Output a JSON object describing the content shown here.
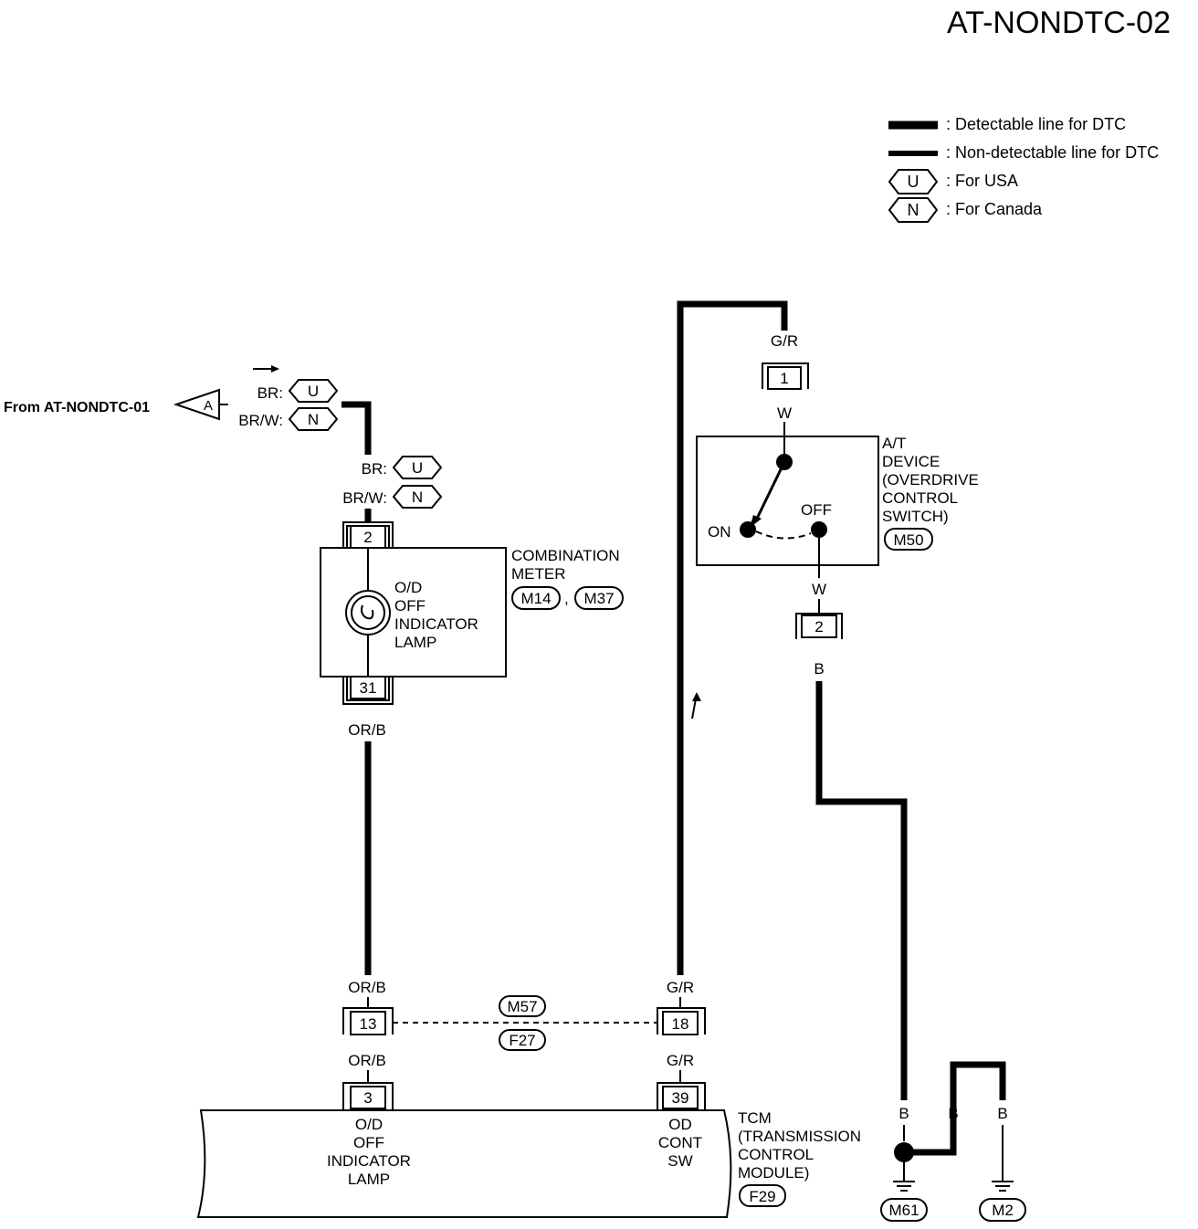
{
  "title": "AT-NONDTC-02",
  "legend": {
    "detectable": ": Detectable line for DTC",
    "non_detectable": ": Non-detectable line for DTC",
    "usa_code": "U",
    "usa_label": ": For USA",
    "canada_code": "N",
    "canada_label": ": For Canada"
  },
  "from_ref": {
    "text": "From AT-NONDTC-01",
    "code": "A"
  },
  "wire_in": {
    "br_usa": "BR:",
    "br_usa_code": "U",
    "brw_can": "BR/W:",
    "brw_can_code": "N",
    "br2": "BR:",
    "br2_code": "U",
    "brw2": "BR/W:",
    "brw2_code": "N"
  },
  "combination_meter": {
    "pin_top": "2",
    "pin_bottom": "31",
    "name_line1": "COMBINATION",
    "name_line2": "METER",
    "conn1": "M14",
    "sep": ",",
    "conn2": "M37",
    "lamp_l1": "O/D",
    "lamp_l2": "OFF",
    "lamp_l3": "INDICATOR",
    "lamp_l4": "LAMP"
  },
  "wire_orb": {
    "w1": "OR/B",
    "w2": "OR/B",
    "w3": "OR/B"
  },
  "od_switch": {
    "wire_top": "G/R",
    "pin_top": "1",
    "wire_w1": "W",
    "name_l1": "A/T",
    "name_l2": "DEVICE",
    "name_l3": "(OVERDRIVE",
    "name_l4": "CONTROL",
    "name_l5": "SWITCH)",
    "conn": "M50",
    "on": "ON",
    "off": "OFF",
    "wire_w2": "W",
    "pin_bottom": "2",
    "wire_b": "B"
  },
  "junction": {
    "pin_left": "13",
    "pin_right": "18",
    "conn_top": "M57",
    "conn_bottom": "F27",
    "gr1": "G/R",
    "gr2": "G/R"
  },
  "tcm": {
    "pin_left": "3",
    "pin_right": "39",
    "left_l1": "O/D",
    "left_l2": "OFF",
    "left_l3": "INDICATOR",
    "left_l4": "LAMP",
    "right_l1": "OD",
    "right_l2": "CONT",
    "right_l3": "SW",
    "name_l1": "TCM",
    "name_l2": "(TRANSMISSION",
    "name_l3": "CONTROL",
    "name_l4": "MODULE)",
    "conn": "F29"
  },
  "ground": {
    "b1": "B",
    "b2": "B",
    "b3": "B",
    "g1": "M61",
    "g2": "M2"
  }
}
